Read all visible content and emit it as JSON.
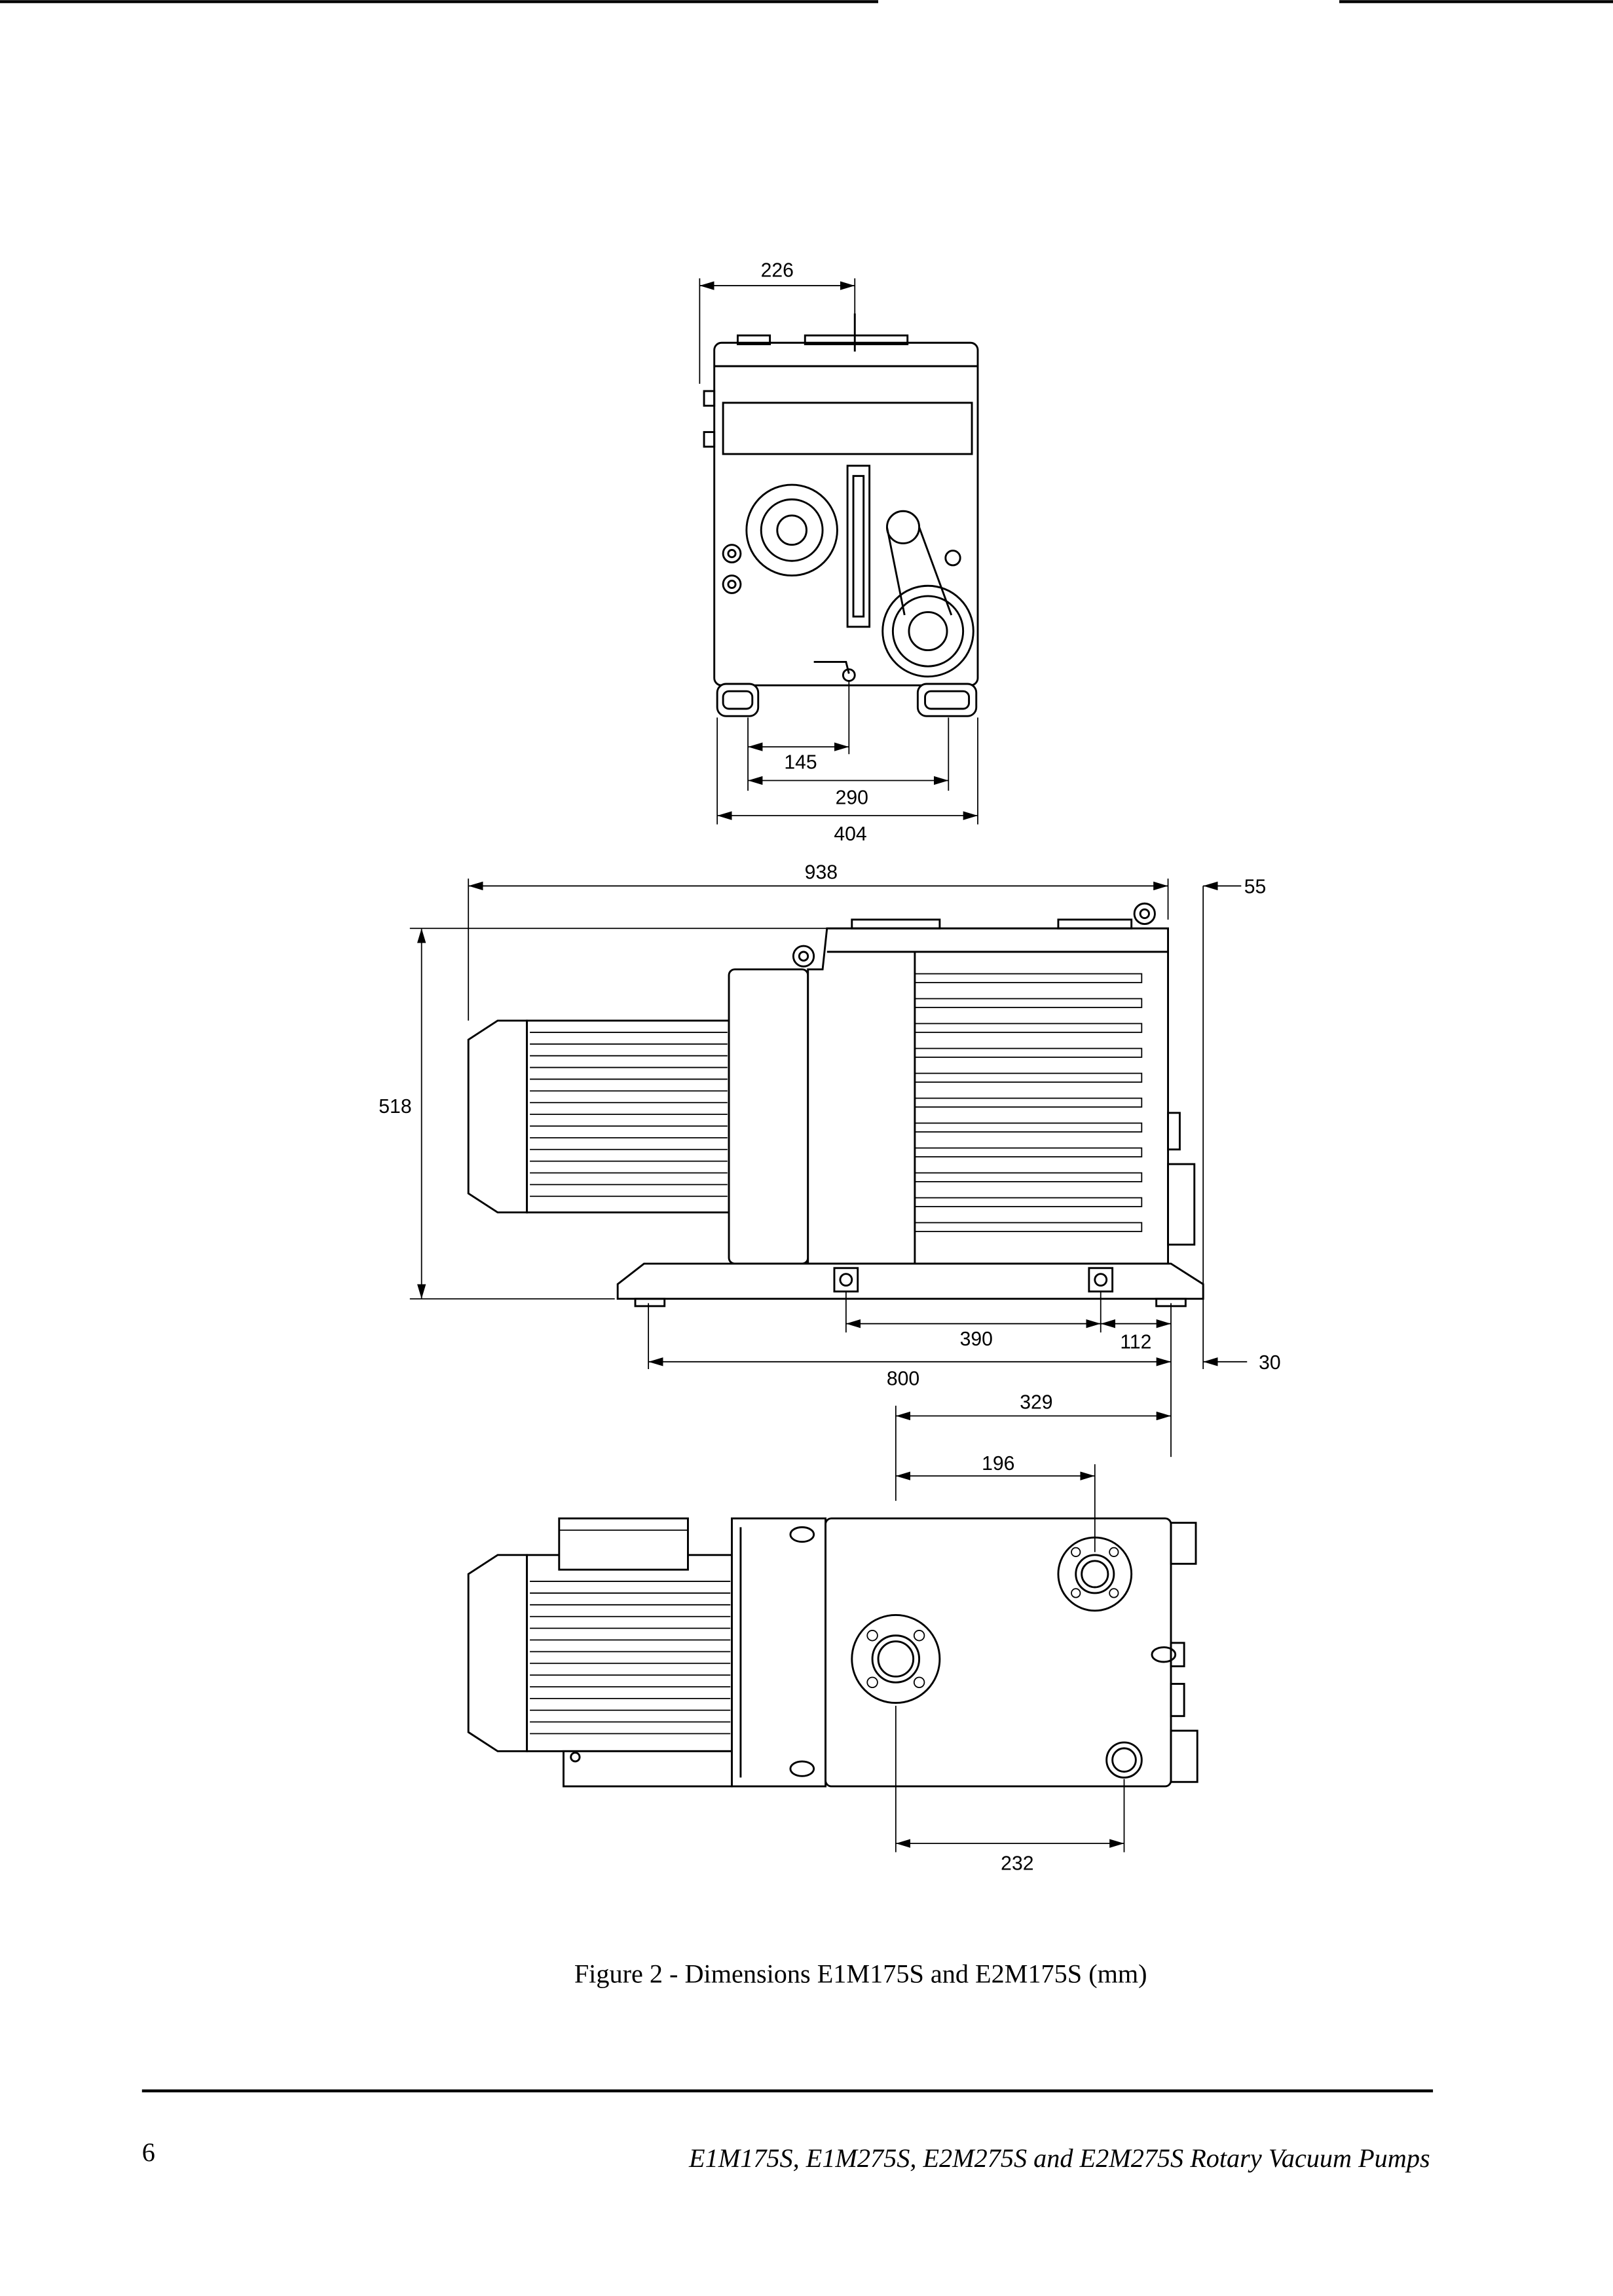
{
  "figure": {
    "caption": "Figure 2 - Dimensions E1M175S and E2M175S (mm)",
    "dimensions": {
      "front_top_width": "226",
      "front_feet_half": "145",
      "front_feet_spacing": "290",
      "front_overall_width": "404",
      "side_overall_length": "938",
      "side_height": "518",
      "side_top_offset": "55",
      "side_bottom_offset": "30",
      "side_mount_spacing": "390",
      "side_mount_end": "112",
      "side_base_length": "800",
      "plan_inlet_offset": "329",
      "plan_port_spacing": "196",
      "plan_drain_offset": "232"
    }
  },
  "footer": {
    "page_number": "6",
    "title": "E1M175S, E1M275S, E2M275S and E2M275S Rotary Vacuum Pumps"
  }
}
